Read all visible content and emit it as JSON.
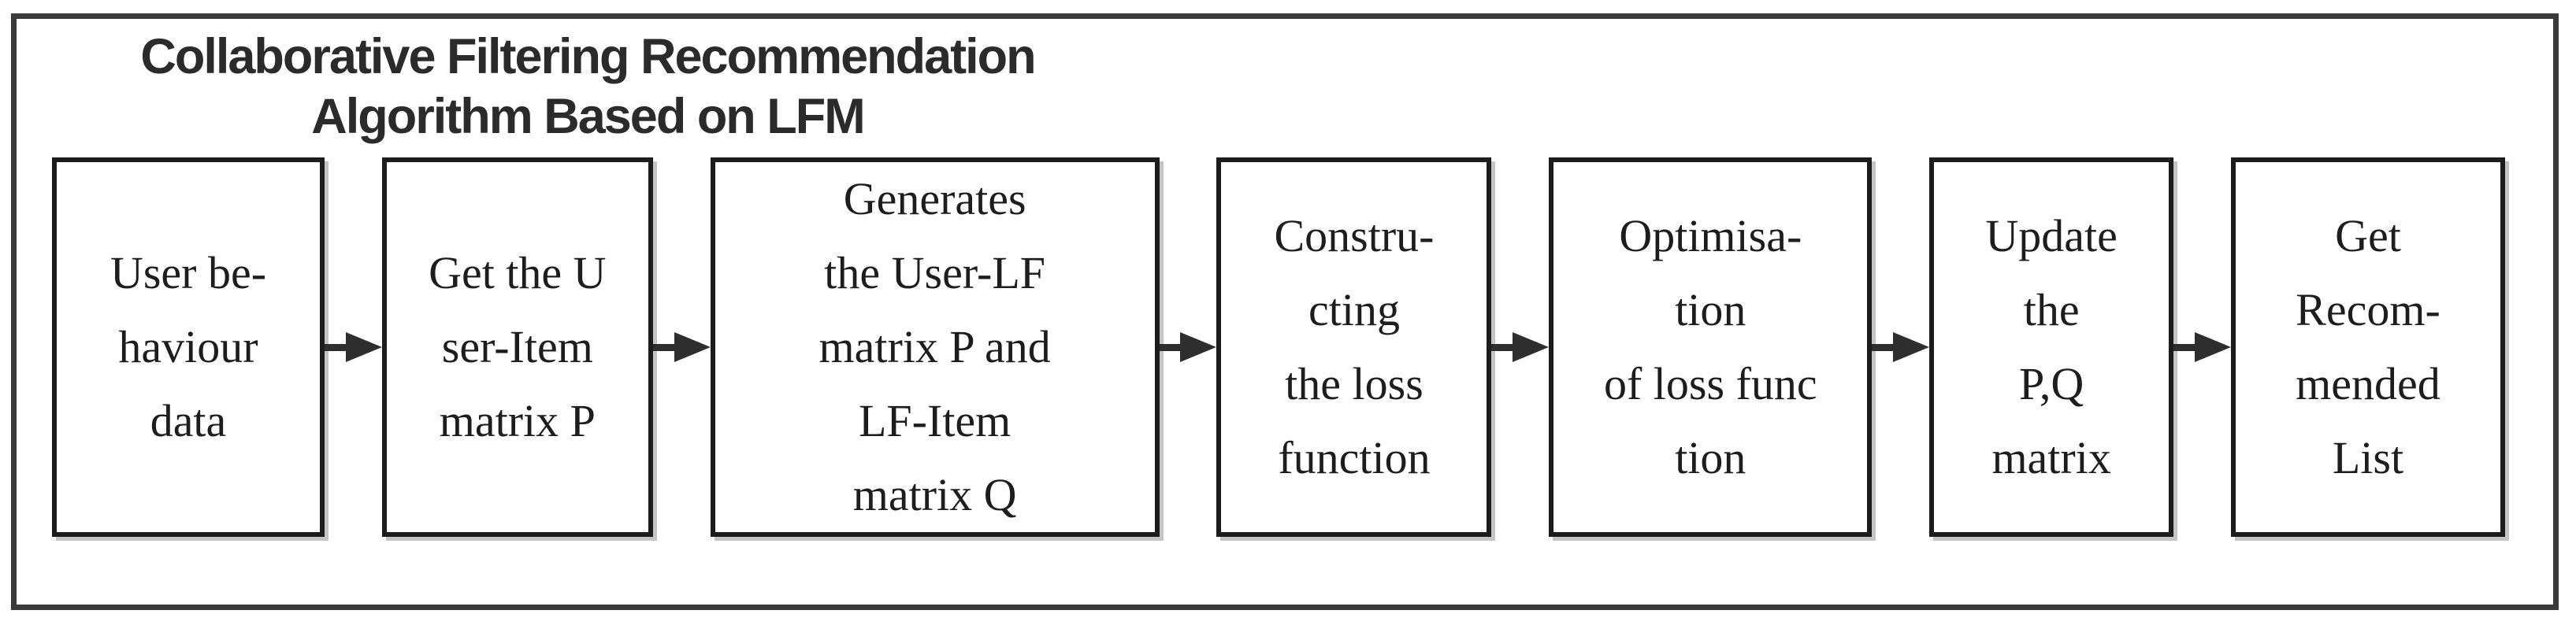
{
  "title": {
    "line1": "Collaborative Filtering Recommendation",
    "line2": "Algorithm Based on LFM"
  },
  "flowchart": {
    "steps": [
      {
        "id": "user-behaviour-data",
        "text": "User be-\nhaviour\ndata"
      },
      {
        "id": "user-item-matrix",
        "text": "Get the U\nser-Item\nmatrix P"
      },
      {
        "id": "generate-lf-matrices",
        "text": "Generates\nthe User-LF\nmatrix P and\nLF-Item\nmatrix Q"
      },
      {
        "id": "construct-loss-function",
        "text": "Constru-\ncting\nthe loss\nfunction"
      },
      {
        "id": "optimise-loss-function",
        "text": "Optimisa-\ntion\nof loss func\ntion"
      },
      {
        "id": "update-pq-matrix",
        "text": "Update\nthe\nP,Q\nmatrix"
      },
      {
        "id": "get-recommended-list",
        "text": "Get\nRecom-\nmended\nList"
      }
    ],
    "connector": "arrow-right"
  },
  "colors": {
    "frame_border": "#3a3a3a",
    "box_border": "#1c1c1c",
    "arrow": "#2e2e2e",
    "text": "#1d1d1d",
    "title_text": "#2b2b2b",
    "background": "#ffffff"
  }
}
